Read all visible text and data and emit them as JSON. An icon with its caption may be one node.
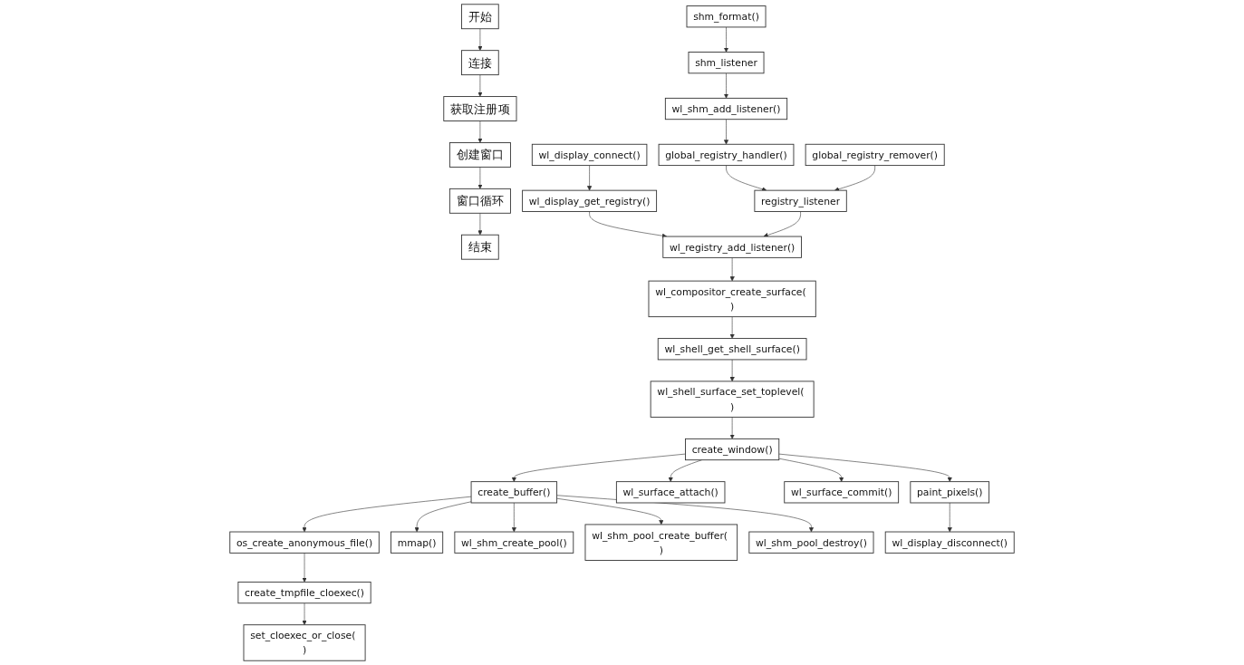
{
  "diagram": {
    "nodes": [
      {
        "text": [
          "开始"
        ]
      },
      {
        "text": [
          "连接"
        ]
      },
      {
        "text": [
          "获取注册项"
        ]
      },
      {
        "text": [
          "创建窗口"
        ]
      },
      {
        "text": [
          "窗口循环"
        ]
      },
      {
        "text": [
          "结束"
        ]
      },
      {
        "text": [
          "wl_display_connect()"
        ]
      },
      {
        "text": [
          "wl_display_get_registry()"
        ]
      },
      {
        "text": [
          "wl_registry_add_listener()"
        ]
      },
      {
        "text": [
          "registry_listener"
        ]
      },
      {
        "text": [
          "global_registry_handler()"
        ]
      },
      {
        "text": [
          "wl_shm_add_listener()"
        ]
      },
      {
        "text": [
          "shm_listener"
        ]
      },
      {
        "text": [
          "shm_format()"
        ]
      },
      {
        "text": [
          "global_registry_remover()"
        ]
      },
      {
        "text": [
          "wl_compositor_create_surface( )"
        ]
      },
      {
        "text": [
          "wl_shell_get_shell_surface()"
        ]
      },
      {
        "text": [
          "wl_shell_surface_set_toplevel( )"
        ]
      },
      {
        "text": [
          "create_window()"
        ]
      },
      {
        "text": [
          "create_buffer()"
        ]
      },
      {
        "text": [
          "wl_surface_attach()"
        ]
      },
      {
        "text": [
          "wl_surface_commit()"
        ]
      },
      {
        "text": [
          "os_create_anonymous_file()"
        ]
      },
      {
        "text": [
          "create_tmpfile_cloexec()"
        ]
      },
      {
        "text": [
          "set_cloexec_or_close( )"
        ]
      },
      {
        "text": [
          "mmap()"
        ]
      },
      {
        "text": [
          "wl_shm_create_pool()"
        ]
      },
      {
        "text": [
          "wl_shm_pool_create_buffer( )"
        ]
      },
      {
        "text": [
          "wl_shm_pool_destroy()"
        ]
      },
      {
        "text": [
          "paint_pixels()"
        ]
      },
      {
        "text": [
          "wl_display_disconnect()"
        ]
      }
    ],
    "edges": [
      {
        "from": 0,
        "to": 1,
        "arrow": "to"
      },
      {
        "from": 1,
        "to": 2,
        "arrow": "to"
      },
      {
        "from": 2,
        "to": 3,
        "arrow": "to"
      },
      {
        "from": 3,
        "to": 4,
        "arrow": "to"
      },
      {
        "from": 4,
        "to": 5,
        "arrow": "to"
      },
      {
        "from": 6,
        "to": 7,
        "arrow": "to"
      },
      {
        "from": 7,
        "to": 8,
        "arrow": "to"
      },
      {
        "from": 9,
        "to": 8,
        "arrow": "to"
      },
      {
        "from": 10,
        "to": 9,
        "arrow": "to"
      },
      {
        "from": 14,
        "to": 9,
        "arrow": "to"
      },
      {
        "from": 11,
        "to": 10,
        "arrow": "to"
      },
      {
        "from": 12,
        "to": 11,
        "arrow": "to"
      },
      {
        "from": 13,
        "to": 12,
        "arrow": "to"
      },
      {
        "from": 8,
        "to": 15,
        "arrow": "to"
      },
      {
        "from": 15,
        "to": 16,
        "arrow": "to"
      },
      {
        "from": 16,
        "to": 17,
        "arrow": "to"
      },
      {
        "from": 17,
        "to": 18,
        "arrow": "to"
      },
      {
        "from": 18,
        "to": 19,
        "arrow": "to"
      },
      {
        "from": 18,
        "to": 20,
        "arrow": "to"
      },
      {
        "from": 18,
        "to": 21,
        "arrow": "to"
      },
      {
        "from": 19,
        "to": 22,
        "arrow": "to"
      },
      {
        "from": 19,
        "to": 25,
        "arrow": "to"
      },
      {
        "from": 19,
        "to": 26,
        "arrow": "to"
      },
      {
        "from": 19,
        "to": 27,
        "arrow": "to"
      },
      {
        "from": 19,
        "to": 28,
        "arrow": "to"
      },
      {
        "from": 22,
        "to": 23,
        "arrow": "to"
      },
      {
        "from": 23,
        "to": 24,
        "arrow": "to"
      },
      {
        "from": 18,
        "to": 29,
        "arrow": "to"
      },
      {
        "from": 29,
        "to": 30,
        "arrow": "to"
      }
    ]
  }
}
